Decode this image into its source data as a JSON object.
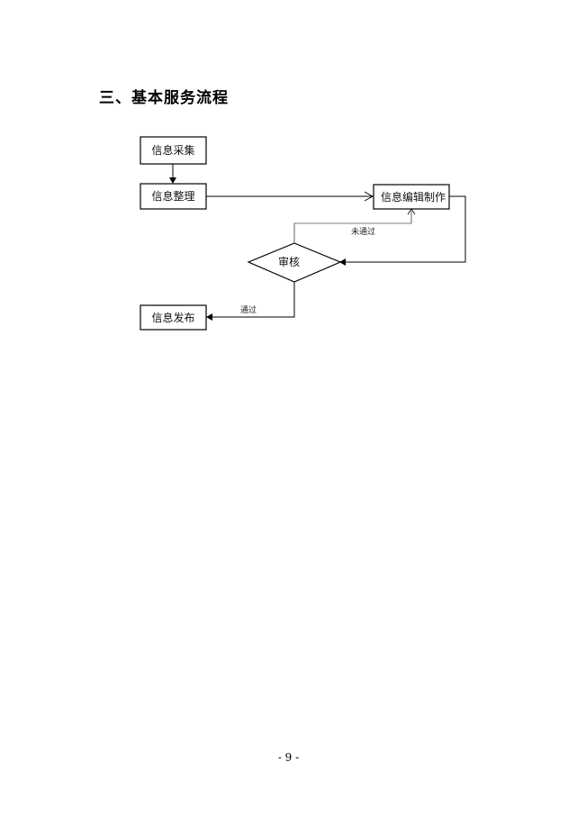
{
  "section": {
    "title": "三、基本服务流程"
  },
  "flowchart": {
    "nodes": {
      "collect": "信息采集",
      "organize": "信息整理",
      "edit": "信息编辑制作",
      "review": "审核",
      "publish": "信息发布"
    },
    "edges": {
      "rejected": "未通过",
      "approved": "通过"
    }
  },
  "footer": {
    "page_number": "- 9 -"
  }
}
